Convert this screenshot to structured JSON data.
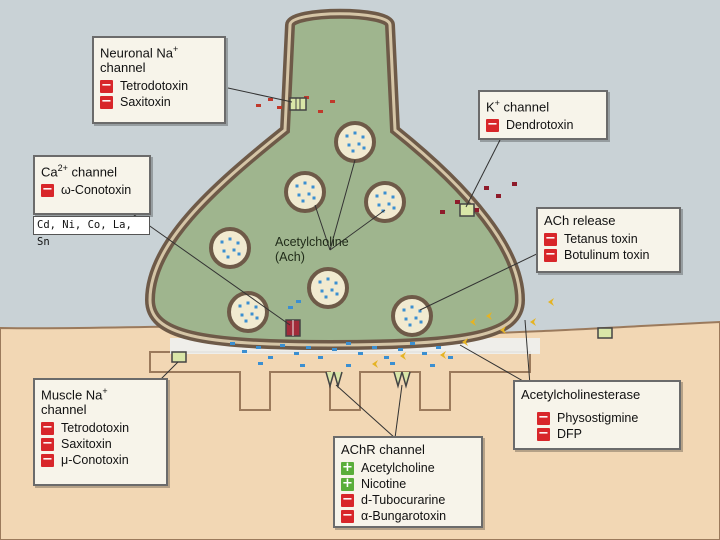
{
  "colors": {
    "background": "#c9d2d6",
    "terminal_fill": "#9fb58e",
    "terminal_outline": "#6e5a48",
    "muscle_fill": "#f2d7b4",
    "cleft": "#eef1f0",
    "inhibitor": "#d8262a",
    "agonist": "#5aae3a",
    "vesicle_dot": "#3b8fd1",
    "acetylcholinesterase": "#e5b323"
  },
  "boxes": {
    "neuronal_na": {
      "title": "Neuronal Na",
      "title_sup": "+",
      "title_line2": "channel",
      "items": [
        {
          "sign": "−",
          "kind": "inhibitor",
          "text": "Tetrodotoxin"
        },
        {
          "sign": "−",
          "kind": "inhibitor",
          "text": "Saxitoxin"
        }
      ]
    },
    "k_channel": {
      "title": "K",
      "title_sup": "+",
      "title_rest": " channel",
      "items": [
        {
          "sign": "−",
          "kind": "inhibitor",
          "text": "Dendrotoxin"
        }
      ]
    },
    "ca_channel": {
      "title": "Ca",
      "title_sup": "2+",
      "title_rest": " channel",
      "items": [
        {
          "sign": "−",
          "kind": "inhibitor",
          "text": "ω-Conotoxin"
        }
      ]
    },
    "metal_ions": "Cd, Ni, Co, La, Sn",
    "ach_release": {
      "title": "ACh release",
      "items": [
        {
          "sign": "−",
          "kind": "inhibitor",
          "text": "Tetanus toxin"
        },
        {
          "sign": "−",
          "kind": "inhibitor",
          "text": "Botulinum toxin"
        }
      ]
    },
    "muscle_na": {
      "title": "Muscle Na",
      "title_sup": "+",
      "title_line2": "channel",
      "items": [
        {
          "sign": "−",
          "kind": "inhibitor",
          "text": "Tetrodotoxin"
        },
        {
          "sign": "−",
          "kind": "inhibitor",
          "text": "Saxitoxin"
        },
        {
          "sign": "−",
          "kind": "inhibitor",
          "text": "μ-Conotoxin"
        }
      ]
    },
    "acetylcholinesterase": {
      "title": "Acetylcholinesterase",
      "items": [
        {
          "sign": "−",
          "kind": "inhibitor",
          "text": "Physostigmine"
        },
        {
          "sign": "−",
          "kind": "inhibitor",
          "text": "DFP"
        }
      ]
    },
    "achr_channel": {
      "title": "AChR channel",
      "items": [
        {
          "sign": "+",
          "kind": "agonist",
          "text": "Acetylcholine"
        },
        {
          "sign": "+",
          "kind": "agonist",
          "text": "Nicotine"
        },
        {
          "sign": "−",
          "kind": "inhibitor",
          "text": "d-Tubocurarine"
        },
        {
          "sign": "−",
          "kind": "inhibitor",
          "text": "α-Bungarotoxin"
        }
      ]
    }
  },
  "terminal_label": {
    "line1": "Acetylcholine",
    "line2": "(Ach)"
  }
}
